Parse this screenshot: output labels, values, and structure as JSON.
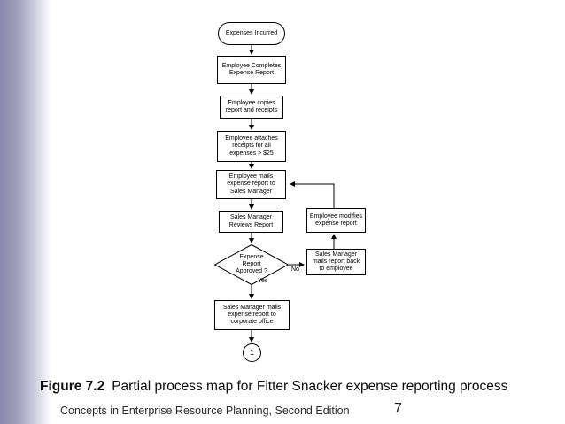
{
  "caption": {
    "figure_label": "Figure 7.2",
    "text": "Partial process map for Fitter Snacker expense reporting process"
  },
  "footer": {
    "book_title": "Concepts in Enterprise Resource Planning, Second Edition",
    "page_number": "7"
  },
  "colors": {
    "accent_gradient_start": "#8a87ac",
    "flow_line": "#000000",
    "node_fill": "#ffffff"
  },
  "flowchart": {
    "nodes": [
      {
        "id": "expenses-incurred",
        "type": "terminator",
        "label": "Expenses Incurred"
      },
      {
        "id": "employee-completes",
        "type": "process",
        "label": "Employee Completes Expense Report"
      },
      {
        "id": "employee-copies",
        "type": "process",
        "label": "Employee copies report and receipts"
      },
      {
        "id": "employee-attaches",
        "type": "process",
        "label": "Employee attaches receipts for all expenses > $25"
      },
      {
        "id": "employee-mails",
        "type": "process",
        "label": "Employee mails expense report to Sales Manager"
      },
      {
        "id": "manager-reviews",
        "type": "process",
        "label": "Sales Manager Reviews Report"
      },
      {
        "id": "report-approved",
        "type": "decision",
        "label": "Expense Report Approved ?"
      },
      {
        "id": "manager-mails-corporate",
        "type": "process",
        "label": "Sales Manager mails expense report to corporate office"
      },
      {
        "id": "offpage-connector",
        "type": "connector",
        "label": "1"
      },
      {
        "id": "employee-modifies",
        "type": "process",
        "label": "Employee modifies expense report"
      },
      {
        "id": "manager-mails-back",
        "type": "process",
        "label": "Sales Manager mails report back to employee"
      }
    ],
    "edge_labels": {
      "yes": "Yes",
      "no": "No"
    }
  }
}
